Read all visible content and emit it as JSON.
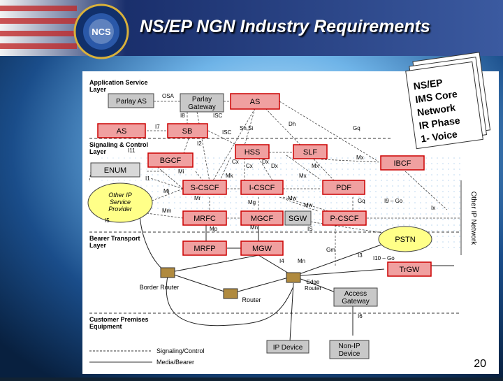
{
  "header": {
    "title": "NS/EP NGN Industry Requirements",
    "logo_text": "NCS"
  },
  "callout": {
    "lines": [
      "NS/EP",
      "IMS Core",
      "Network",
      "IR Phase",
      "1- Voice"
    ]
  },
  "layers": {
    "application": [
      "Application Service",
      "Layer"
    ],
    "signaling": [
      "Signaling & Control",
      "Layer"
    ],
    "bearer": [
      "Bearer Transport",
      "Layer"
    ],
    "customer": [
      "Customer Premises",
      "Equipment"
    ]
  },
  "nodes": {
    "parlay_as": "Parlay AS",
    "parlay_gateway": [
      "Parlay",
      "Gateway"
    ],
    "as_top": "AS",
    "as_left": "AS",
    "sb": "SB",
    "bgcf": "BGCF",
    "hss": "HSS",
    "slf": "SLF",
    "ibcf": "IBCF",
    "enum": "ENUM",
    "s_cscf": "S-CSCF",
    "i_cscf": "I-CSCF",
    "pdf": "PDF",
    "mrfc": "MRFC",
    "mgcf": "MGCF",
    "sgw": "SGW",
    "p_cscf": "P-CSCF",
    "mrfp": "MRFP",
    "mgw": "MGW",
    "trgw": "TrGW",
    "pstn": "PSTN",
    "other_ip": [
      "Other IP",
      "Service",
      "Provider"
    ],
    "border_router": "Border Router",
    "router": "Router",
    "edge_router": [
      "Edge",
      "Router"
    ],
    "access_gateway": [
      "Access",
      "Gateway"
    ],
    "ip_device": "IP Device",
    "non_ip_device": [
      "Non-IP",
      "Device"
    ],
    "other_ip_network": "Other IP Network"
  },
  "interfaces": {
    "osa": "OSA",
    "isc1": "ISC",
    "isc2": "ISC",
    "i8": "I8",
    "i7": "I7",
    "dh": "Dh",
    "gq": "Gq",
    "shsi": "Sh,Si",
    "i2": "I2",
    "i11": "I11",
    "cx1": "Cx",
    "cx2": "Cx",
    "dx1": "Dx",
    "dx2": "Dx",
    "mx1": "Mx",
    "mx2": "Mx",
    "mx3": "Mx",
    "mi": "Mi",
    "mk": "Mk",
    "i1": "I1",
    "mj": "Mj",
    "mr": "Mr",
    "mw1": "Mw",
    "mw2": "Mw",
    "gq2": "Gq",
    "i9go": "I9 – Go",
    "mg": "Mg",
    "mm": "Mm",
    "is": "IS",
    "ix": "Ix",
    "mp": "Mp",
    "mn1": "Mn",
    "gm": "Gm",
    "i3": "I3",
    "i4": "I4",
    "mn2": "Mn",
    "i10go": "I10 – Go",
    "i6": "I6",
    "i5": "I5"
  },
  "legend": {
    "signaling": "Signaling/Control",
    "media": "Media/Bearer"
  },
  "page_number": "20",
  "colors": {
    "node_fill": "#f0a0a0",
    "node_border": "#cc0000",
    "gray_node": "#c8c8c8",
    "callout_fill": "#ffffff",
    "cloud": "#ffff88",
    "grid_blue": "#6fa7d8"
  }
}
